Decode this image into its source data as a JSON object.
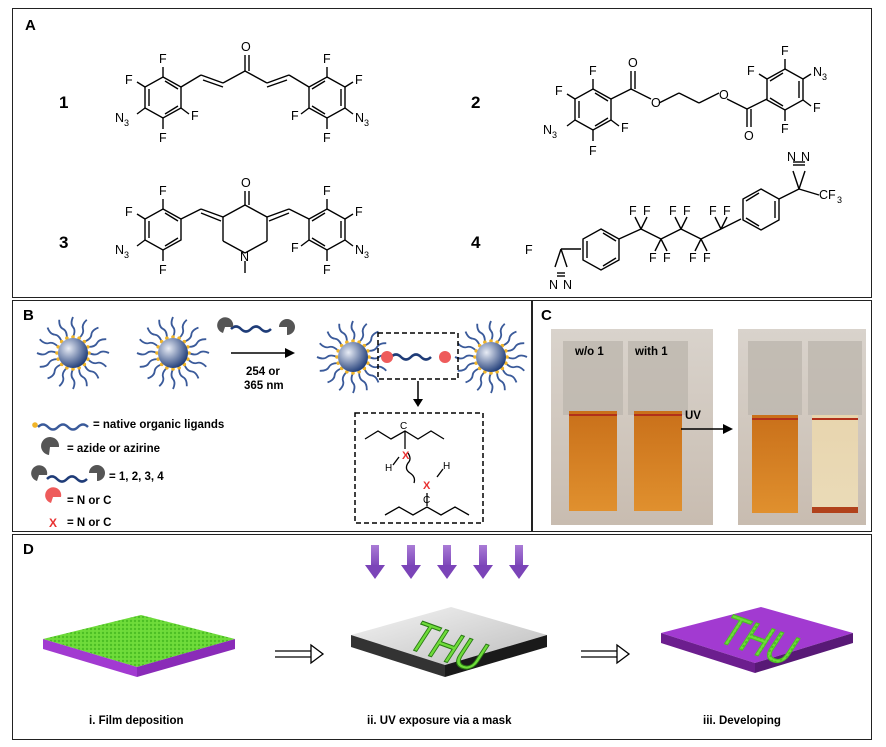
{
  "panels": {
    "a": {
      "label": "A",
      "compounds": [
        "1",
        "2",
        "3",
        "4"
      ]
    },
    "b": {
      "label": "B",
      "wavelength": [
        "254 or",
        "365 nm"
      ],
      "legend": [
        "= native organic ligands",
        "=   azide or azirine",
        "=   1, 2, 3, 4",
        "=   N   or   C",
        "=   N   or   C"
      ],
      "crosslink_marker": "X"
    },
    "c": {
      "label": "C",
      "vial_labels": [
        "w/o 1",
        "with 1"
      ],
      "arrow_label": "UV"
    },
    "d": {
      "label": "D",
      "pattern_text": "THU",
      "captions": [
        "i. Film deposition",
        "ii. UV exposure via a mask",
        "iii. Developing"
      ]
    }
  },
  "chem_labels": {
    "f": "F",
    "o": "O",
    "n": "N",
    "n3": "N",
    "sub3": "3",
    "cf3": "CF",
    "f3c": "F",
    "c": "C",
    "h": "H"
  },
  "colors": {
    "ligand": "#3a5a9a",
    "np_dark": "#1f3c78",
    "np_light": "#e8ecf5",
    "ligand_anchor": "#f0b428",
    "radical": "#ee5b5b",
    "crosslink_x": "#e83030",
    "film_green": "#6fdc3a",
    "film_purple": "#a23ad1",
    "uv_arrow": "#a97bd6",
    "dispersion_orange": "#d07a18"
  }
}
